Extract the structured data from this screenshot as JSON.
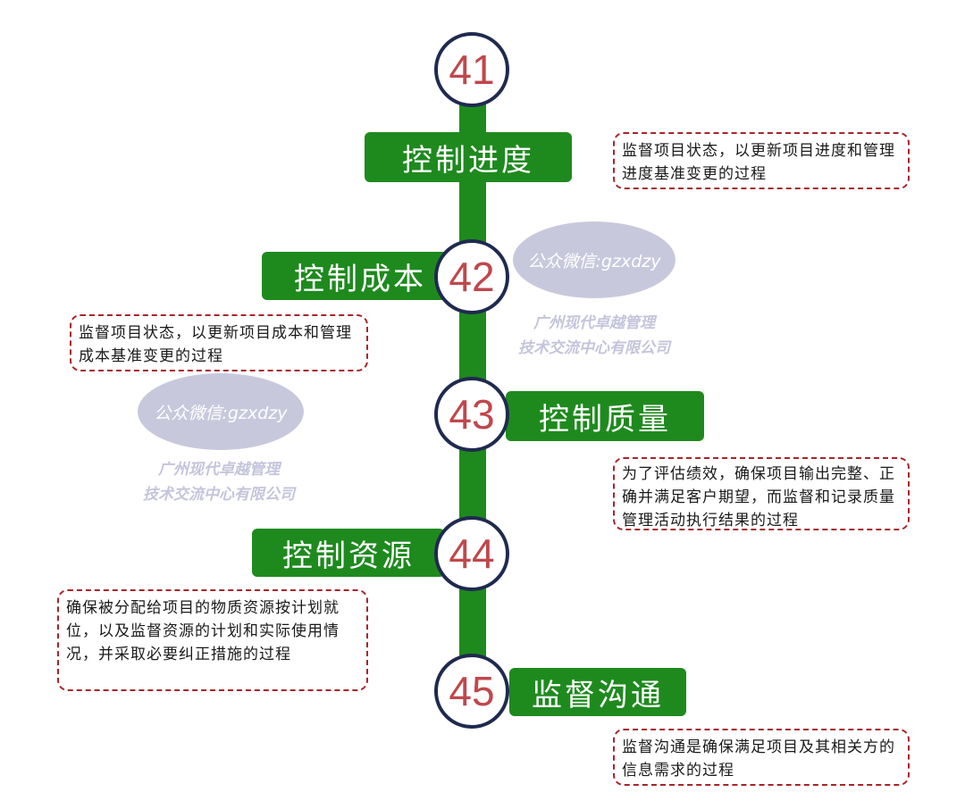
{
  "steps": [
    {
      "number": "41",
      "title": "控制进度",
      "description": "监督项目状态，以更新项目进度和管理进度基准变更的过程"
    },
    {
      "number": "42",
      "title": "控制成本",
      "description": "监督项目状态，以更新项目成本和管理成本基准变更的过程"
    },
    {
      "number": "43",
      "title": "控制质量",
      "description": "为了评估绩效，确保项目输出完整、正确并满足客户期望，而监督和记录质量管理活动执行结果的过程"
    },
    {
      "number": "44",
      "title": "控制资源",
      "description": "确保被分配给项目的物质资源按计划就位，以及监督资源的计划和实际使用情况，并采取必要纠正措施的过程"
    },
    {
      "number": "45",
      "title": "监督沟通",
      "description": "监督沟通是确保满足项目及其相关方的信息需求的过程"
    }
  ],
  "watermark": {
    "wechat": "公众微信:gzxdzy",
    "company_line1": "广州现代卓越管理",
    "company_line2": "技术交流中心有限公司"
  },
  "colors": {
    "spine": "#1e8a1e",
    "node_border": "#1f2a4f",
    "number": "#c0474c",
    "desc_border": "#a8242a"
  }
}
